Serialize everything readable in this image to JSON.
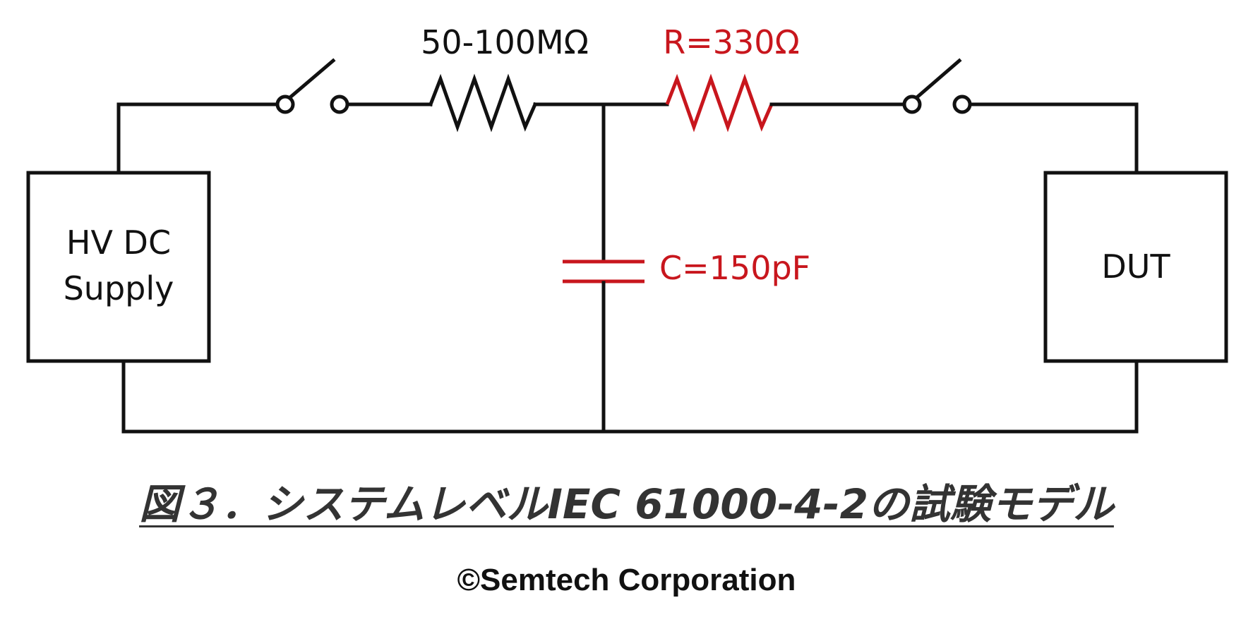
{
  "colors": {
    "wire": "#111111",
    "highlight": "#c8161d",
    "caption": "#333333"
  },
  "diagram": {
    "source_label_line1": "HV DC",
    "source_label_line2": "Supply",
    "dut_label": "DUT",
    "charge_resistor_label": "50-100MΩ",
    "discharge_resistor_label": "R=330Ω",
    "capacitor_label": "C=150pF"
  },
  "caption": "図３．システムレベルIEC 61000-4-2の試験モデル",
  "copyright": "©Semtech Corporation"
}
